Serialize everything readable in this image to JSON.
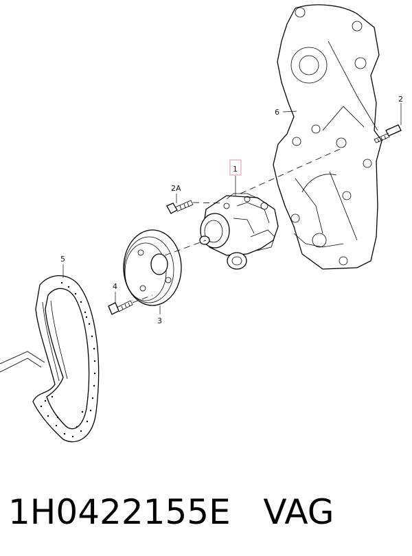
{
  "callouts": {
    "c1": "1",
    "c2": "2",
    "c2a": "2A",
    "c3": "3",
    "c4": "4",
    "c5": "5",
    "c6": "6"
  },
  "caption": {
    "part_number": "1H0422155E",
    "brand": "VAG"
  },
  "colors": {
    "highlight_box": "#e8a3b0",
    "line": "#000000"
  }
}
